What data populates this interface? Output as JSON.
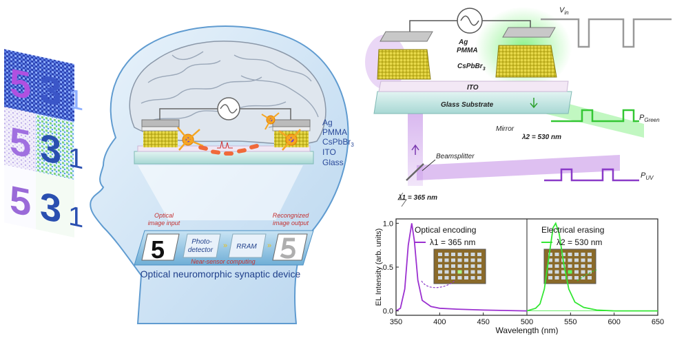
{
  "left_panel": {
    "grid_digits": [
      "5",
      "3",
      "1",
      "5",
      "3",
      "1",
      "5",
      "3",
      "1"
    ]
  },
  "brain_panel": {
    "stack_labels": [
      "Ag",
      "PMMA",
      "CsPbBr",
      "ITO",
      "Glass"
    ],
    "stack_subscript": "3",
    "optical_input_label": [
      "Optical",
      "image input"
    ],
    "recognized_output_label": [
      "Recongnized",
      "image output"
    ],
    "photodetector_label": [
      "Photo-",
      "detector"
    ],
    "rram_label": "RRAM",
    "near_sensor_label": "Near-sensor computing",
    "device_caption": "Optical neuromorphic synaptic device",
    "input_digit": "5"
  },
  "schematic": {
    "vin_label": "V",
    "vin_sub": "in",
    "ag_label": "Ag",
    "pmma_label": "PMMA",
    "cspbbr_label": "CsPbBr",
    "cspbbr_sub": "3",
    "ito_label": "ITO",
    "glass_label": "Glass Substrate",
    "mirror_label": "Mirror",
    "beamsplitter_label": "Beamsplitter",
    "lambda2_label": "λ2 = 530 nm",
    "lambda1_label": "λ1 = 365 nm",
    "pgreen_label": "P",
    "pgreen_sub": "Green",
    "puv_label": "P",
    "puv_sub": "UV"
  },
  "chart_data": {
    "type": "line",
    "xlabel": "Wavelength (nm)",
    "ylabel": "EL Intensity (arb. units)",
    "xlim": [
      350,
      650
    ],
    "ylim": [
      -0.05,
      1.05
    ],
    "xticks": [
      350,
      400,
      450,
      500,
      550,
      600,
      650
    ],
    "yticks": [
      0.0,
      0.5,
      1.0
    ],
    "panels": [
      {
        "title": "Optical encoding",
        "legend": "λ1 = 365 nm",
        "color": "#9b30d0",
        "peak": 368
      },
      {
        "title": "Electrical erasing",
        "legend": "λ2 = 530 nm",
        "color": "#33e633",
        "peak": 532
      }
    ],
    "divider_x": 500,
    "series": [
      {
        "name": "λ1 = 365 nm",
        "x": [
          350,
          355,
          360,
          364,
          368,
          371,
          375,
          380,
          390,
          400,
          420,
          450,
          500
        ],
        "values": [
          0.0,
          0.03,
          0.25,
          0.75,
          1.0,
          0.8,
          0.35,
          0.12,
          0.05,
          0.03,
          0.02,
          0.01,
          0.0
        ]
      },
      {
        "name": "λ2 = 530 nm",
        "x": [
          500,
          510,
          515,
          520,
          525,
          530,
          533,
          537,
          542,
          548,
          555,
          565,
          580,
          600,
          650
        ],
        "values": [
          0.0,
          0.03,
          0.08,
          0.25,
          0.6,
          0.95,
          1.0,
          0.88,
          0.55,
          0.25,
          0.1,
          0.04,
          0.01,
          0.0,
          0.0
        ]
      }
    ]
  },
  "colors": {
    "uv": "#9b30d0",
    "green": "#33e633",
    "blue_text": "#2b4a9a",
    "red_text": "#c43030"
  }
}
